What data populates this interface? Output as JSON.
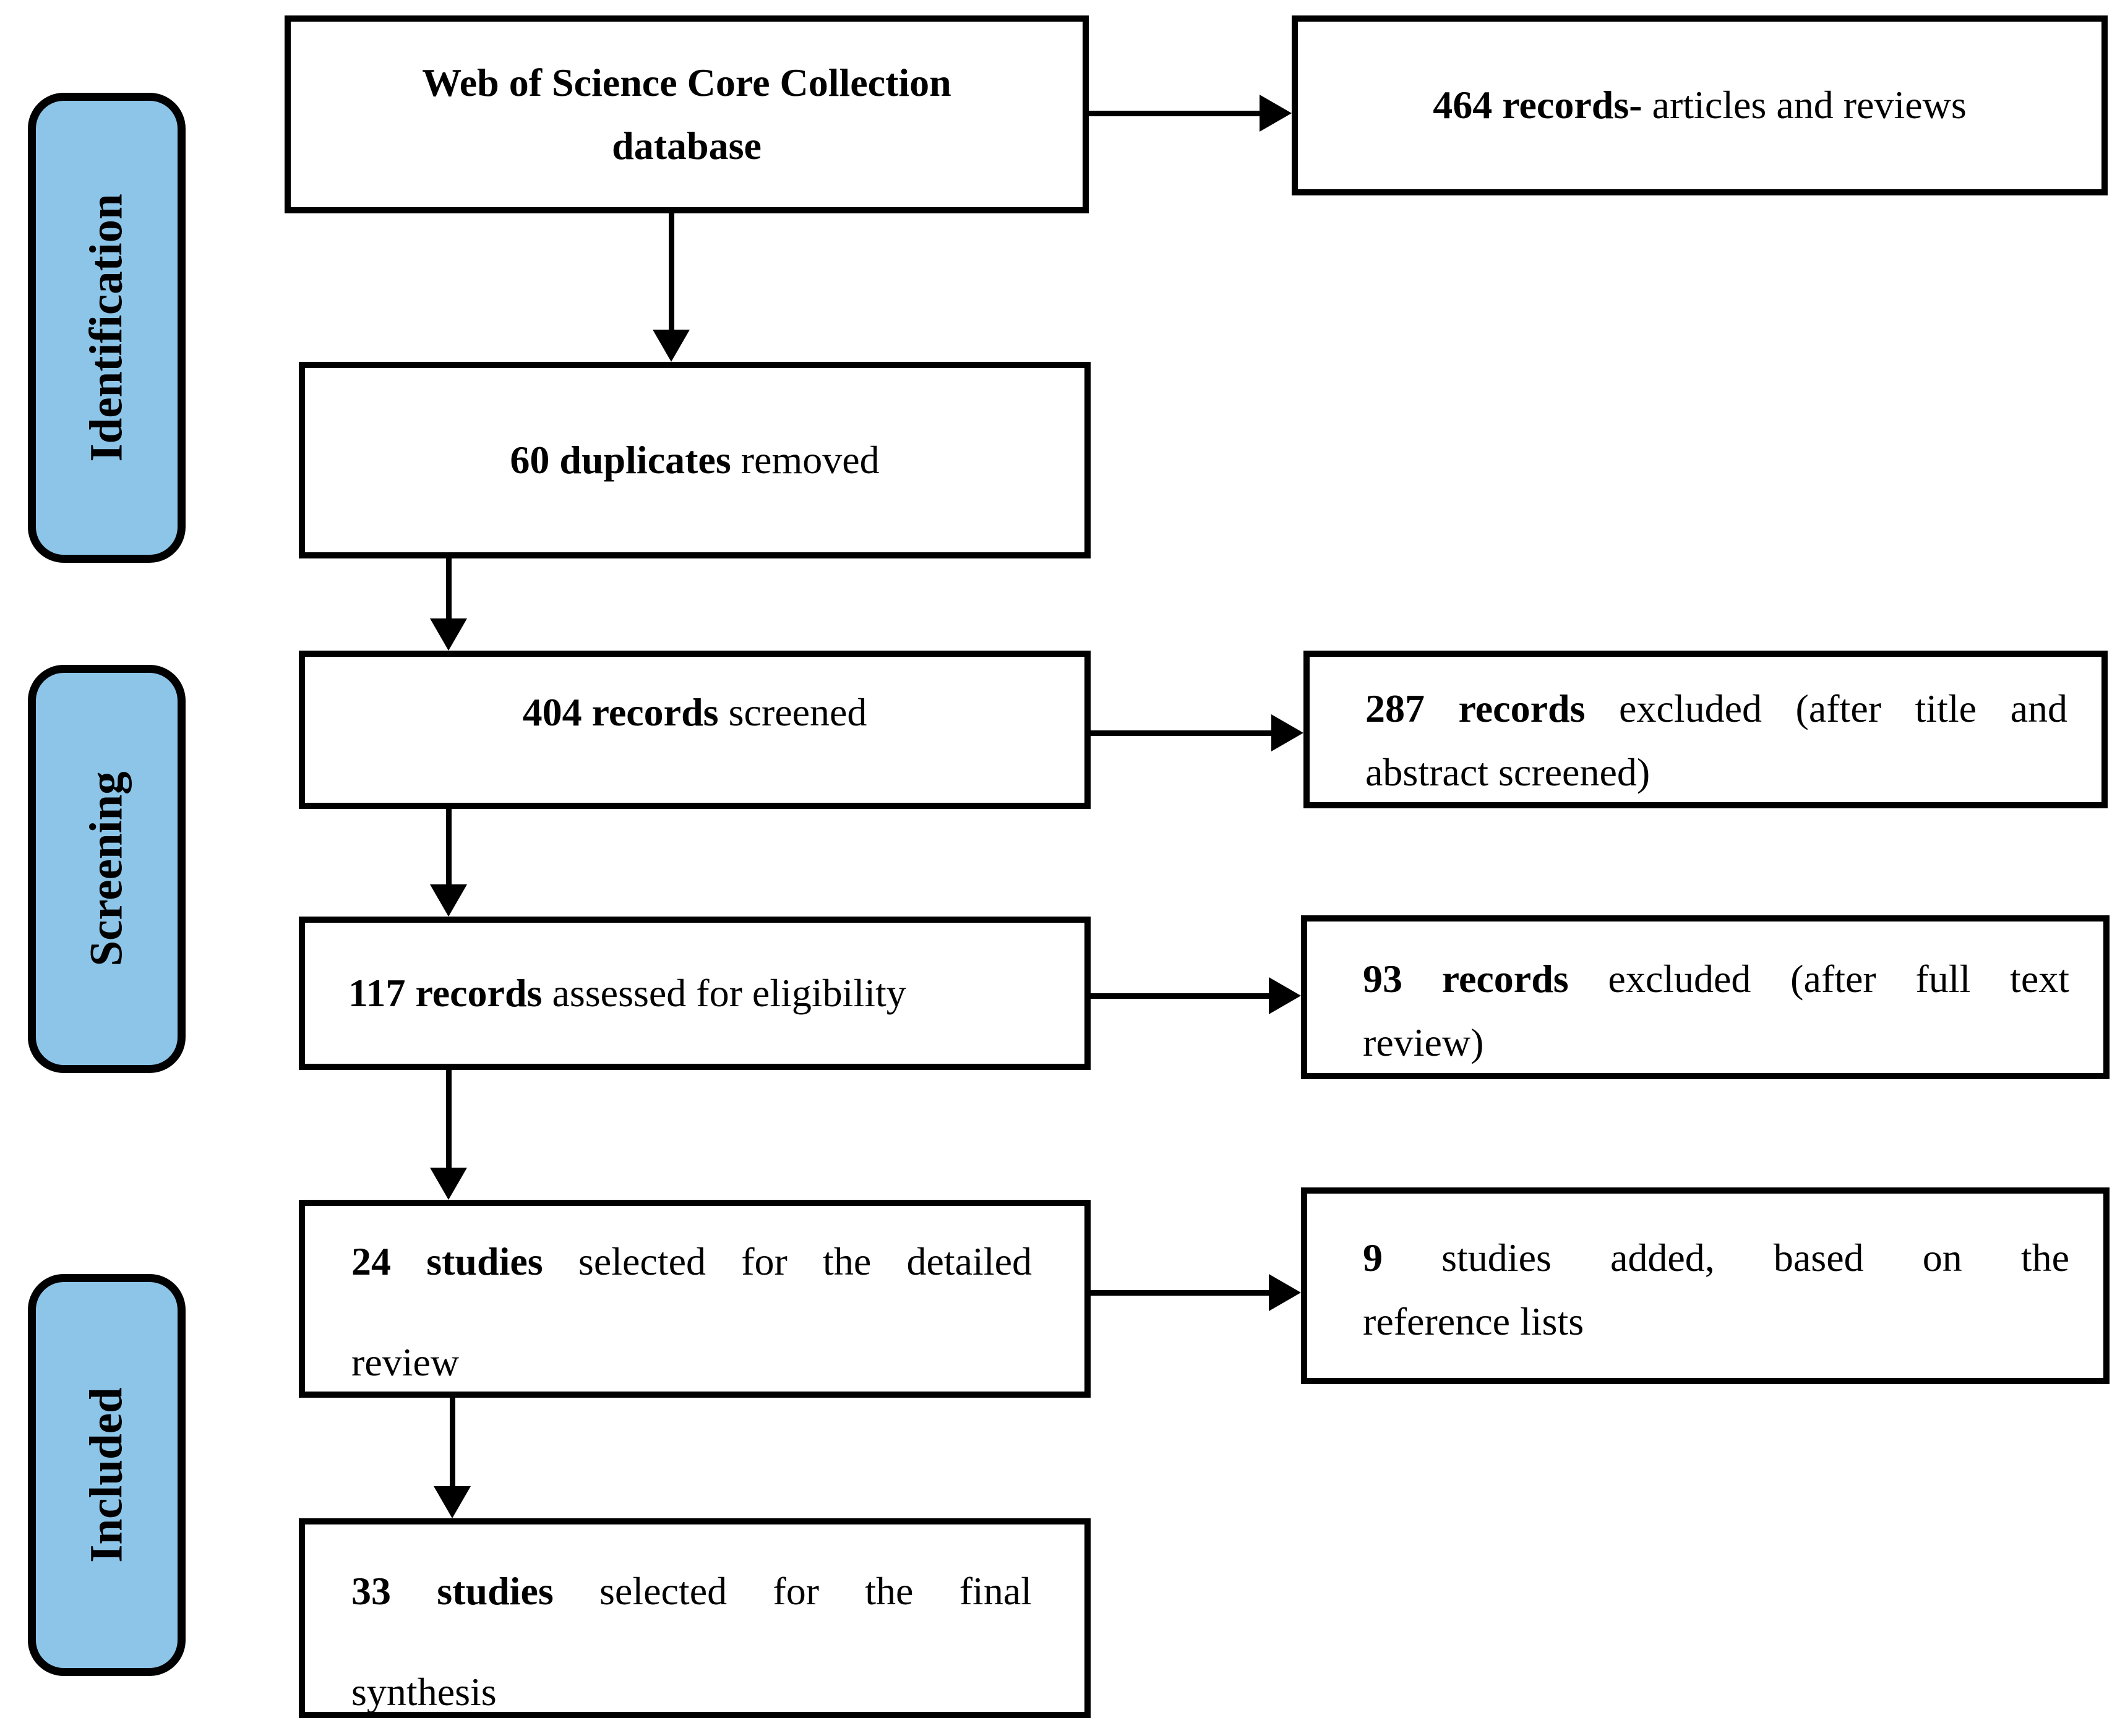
{
  "diagram": {
    "stages": [
      {
        "label": "Identification"
      },
      {
        "label": "Screening"
      },
      {
        "label": "Included"
      }
    ],
    "boxes": {
      "source": {
        "line1": "Web of Science Core Collection",
        "line2": "database"
      },
      "records_found": {
        "bold": "464 records-",
        "rest": " articles and reviews"
      },
      "duplicates": {
        "bold": "60 duplicates",
        "rest": " removed"
      },
      "screened": {
        "bold": "404 records",
        "rest": " screened"
      },
      "excluded_title_abstract": {
        "bold": "287 records",
        "rest": " excluded (after title and",
        "line2": "abstract screened)"
      },
      "eligibility": {
        "bold": "117 records",
        "rest": " assessed for eligibility"
      },
      "excluded_full_text": {
        "bold": "93 records",
        "rest": " excluded (after full text",
        "line2": "review)"
      },
      "detailed_review": {
        "bold": "24 studies",
        "rest": " selected for the detailed",
        "line2": "review"
      },
      "reference_added": {
        "bold": "9",
        "rest": " studies added, based on the",
        "line2": "reference lists"
      },
      "final_synthesis": {
        "bold": "33 studies",
        "rest": " selected for the final",
        "line2": "synthesis"
      }
    },
    "colors": {
      "stage_fill": "#8CC5E8",
      "box_fill": "#FFFFFF",
      "line": "#000000",
      "background": "#FFFFFF"
    }
  }
}
